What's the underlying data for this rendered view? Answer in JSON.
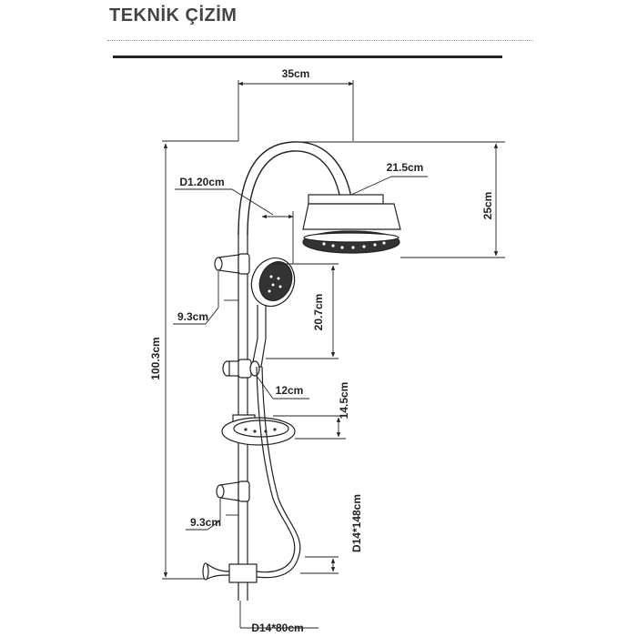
{
  "header": {
    "title": "TEKNİK ÇİZİM"
  },
  "dimensions": {
    "arm_width": "35cm",
    "head_diameter": "21.5cm",
    "head_drop": "25cm",
    "pipe_diameter": "D1.20cm",
    "hand_holder_upper": "9.3cm",
    "hand_shower_length": "20.7cm",
    "slider_width": "12cm",
    "soap_dish": "14.5cm",
    "total_height": "100.3cm",
    "hand_holder_lower": "9.3cm",
    "hose_long": "D14*148cm",
    "hose_short": "D14*80cm"
  },
  "colors": {
    "line": "#222222",
    "title": "#444444"
  }
}
